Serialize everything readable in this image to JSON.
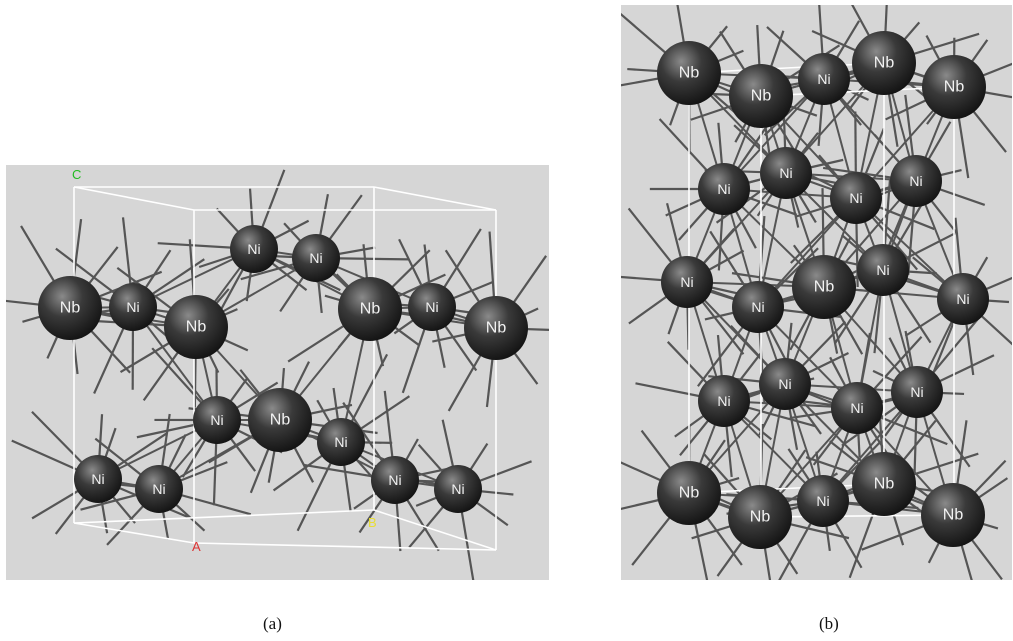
{
  "figure": {
    "panel_a": {
      "caption": "(a)",
      "axes": {
        "c": {
          "text": "C",
          "color": "#22bb22"
        },
        "a": {
          "text": "A",
          "color": "#dd3333"
        },
        "b": {
          "text": "B",
          "color": "#e8dd33"
        }
      },
      "atoms": [
        {
          "element": "Ni",
          "size": "small"
        },
        {
          "element": "Ni",
          "size": "small"
        },
        {
          "element": "Nb",
          "size": "large"
        },
        {
          "element": "Ni",
          "size": "small"
        },
        {
          "element": "Nb",
          "size": "large"
        },
        {
          "element": "Nb",
          "size": "large"
        },
        {
          "element": "Ni",
          "size": "small"
        },
        {
          "element": "Nb",
          "size": "large"
        },
        {
          "element": "Ni",
          "size": "small"
        },
        {
          "element": "Nb",
          "size": "large"
        },
        {
          "element": "Ni",
          "size": "small"
        },
        {
          "element": "Ni",
          "size": "small"
        },
        {
          "element": "Ni",
          "size": "small"
        },
        {
          "element": "Ni",
          "size": "small"
        },
        {
          "element": "Ni",
          "size": "small"
        }
      ]
    },
    "panel_b": {
      "caption": "(b)",
      "atoms": [
        {
          "element": "Nb",
          "size": "large"
        },
        {
          "element": "Nb",
          "size": "large"
        },
        {
          "element": "Ni",
          "size": "small"
        },
        {
          "element": "Nb",
          "size": "large"
        },
        {
          "element": "Nb",
          "size": "large"
        },
        {
          "element": "Ni",
          "size": "small"
        },
        {
          "element": "Ni",
          "size": "small"
        },
        {
          "element": "Ni",
          "size": "small"
        },
        {
          "element": "Ni",
          "size": "small"
        },
        {
          "element": "Ni",
          "size": "small"
        },
        {
          "element": "Ni",
          "size": "small"
        },
        {
          "element": "Nb",
          "size": "large"
        },
        {
          "element": "Ni",
          "size": "small"
        },
        {
          "element": "Ni",
          "size": "small"
        },
        {
          "element": "Ni",
          "size": "small"
        },
        {
          "element": "Ni",
          "size": "small"
        },
        {
          "element": "Ni",
          "size": "small"
        },
        {
          "element": "Ni",
          "size": "small"
        },
        {
          "element": "Nb",
          "size": "large"
        },
        {
          "element": "Nb",
          "size": "large"
        },
        {
          "element": "Ni",
          "size": "small"
        },
        {
          "element": "Nb",
          "size": "large"
        },
        {
          "element": "Nb",
          "size": "large"
        }
      ]
    },
    "colors": {
      "background": "#d6d6d6",
      "atom": "#3a3a3a",
      "atom_highlight": "#8a8a8a",
      "bond": "#555555",
      "cell": "#ffffff"
    }
  }
}
